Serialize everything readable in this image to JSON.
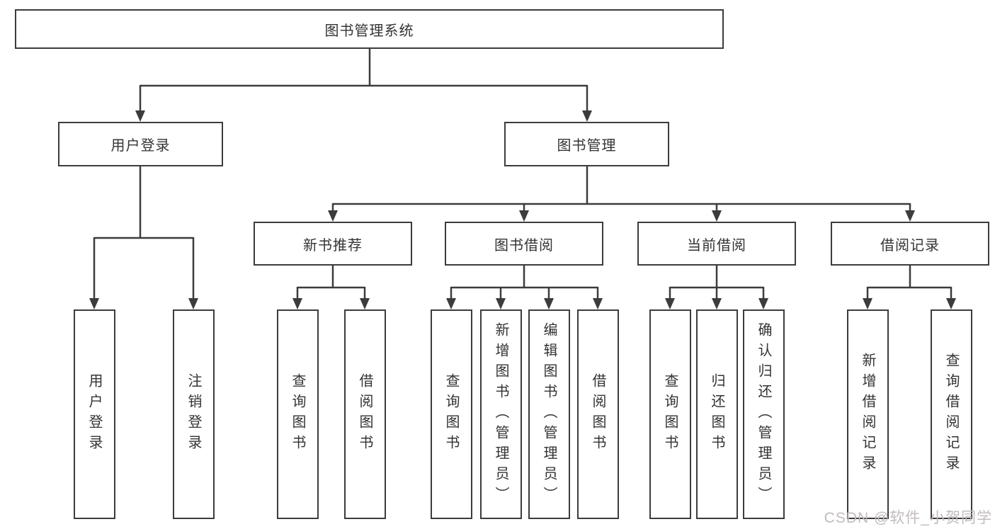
{
  "diagram": {
    "root": {
      "label": "图书管理系统"
    },
    "branches": [
      {
        "label": "用户登录",
        "children": [
          {
            "label": "用户登录"
          },
          {
            "label": "注销登录"
          }
        ]
      },
      {
        "label": "图书管理",
        "children": [
          {
            "label": "新书推荐",
            "children": [
              {
                "label": "查询图书"
              },
              {
                "label": "借阅图书"
              }
            ]
          },
          {
            "label": "图书借阅",
            "children": [
              {
                "label": "查询图书"
              },
              {
                "label": "新增图书（管理员）"
              },
              {
                "label": "编辑图书（管理员）"
              },
              {
                "label": "借阅图书"
              }
            ]
          },
          {
            "label": "当前借阅",
            "children": [
              {
                "label": "查询图书"
              },
              {
                "label": "归还图书"
              },
              {
                "label": "确认归还（管理员）"
              }
            ]
          },
          {
            "label": "借阅记录",
            "children": [
              {
                "label": "新增借阅记录"
              },
              {
                "label": "查询借阅记录"
              }
            ]
          }
        ]
      }
    ]
  },
  "watermark": {
    "text": "CSDN @软件_小贺同学"
  },
  "colors": {
    "line": "#3c3c3c",
    "border": "#3c3c3c",
    "text": "#333333",
    "watermark_text": "#c2bbbb",
    "background": "#ffffff"
  }
}
